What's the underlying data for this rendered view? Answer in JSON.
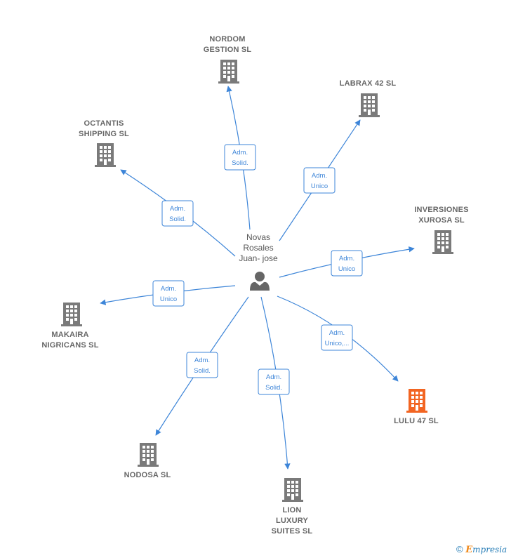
{
  "person": {
    "name_lines": [
      "Novas",
      "Rosales",
      "Juan- jose"
    ],
    "icon": "person-icon"
  },
  "companies": [
    {
      "id": "nordom",
      "lines": [
        "NORDOM",
        "GESTION  SL"
      ],
      "icon": "building-icon",
      "color": "#7a7a7a"
    },
    {
      "id": "labrax",
      "lines": [
        "LABRAX 42 SL"
      ],
      "icon": "building-icon",
      "color": "#7a7a7a"
    },
    {
      "id": "octantis",
      "lines": [
        "OCTANTIS",
        "SHIPPING  SL"
      ],
      "icon": "building-icon",
      "color": "#7a7a7a"
    },
    {
      "id": "inversiones",
      "lines": [
        "INVERSIONES",
        "XUROSA SL"
      ],
      "icon": "building-icon",
      "color": "#7a7a7a"
    },
    {
      "id": "makaira",
      "lines": [
        "MAKAIRA",
        "NIGRICANS  SL"
      ],
      "icon": "building-icon",
      "color": "#7a7a7a"
    },
    {
      "id": "lulu",
      "lines": [
        "LULU 47  SL"
      ],
      "icon": "building-icon",
      "color": "#f26522"
    },
    {
      "id": "nodosa",
      "lines": [
        "NODOSA  SL"
      ],
      "icon": "building-icon",
      "color": "#7a7a7a"
    },
    {
      "id": "lion",
      "lines": [
        "LION",
        "LUXURY",
        "SUITES  SL"
      ],
      "icon": "building-icon",
      "color": "#7a7a7a"
    }
  ],
  "edges": [
    {
      "to": "nordom",
      "label_lines": [
        "Adm.",
        "Solid."
      ]
    },
    {
      "to": "labrax",
      "label_lines": [
        "Adm.",
        "Unico"
      ]
    },
    {
      "to": "octantis",
      "label_lines": [
        "Adm.",
        "Solid."
      ]
    },
    {
      "to": "inversiones",
      "label_lines": [
        "Adm.",
        "Unico"
      ]
    },
    {
      "to": "makaira",
      "label_lines": [
        "Adm.",
        "Unico"
      ]
    },
    {
      "to": "lulu",
      "label_lines": [
        "Adm.",
        "Unico,..."
      ]
    },
    {
      "to": "nodosa",
      "label_lines": [
        "Adm.",
        "Solid."
      ]
    },
    {
      "to": "lion",
      "label_lines": [
        "Adm.",
        "Solid."
      ]
    }
  ],
  "colors": {
    "edge": "#3d85d8",
    "building": "#7a7a7a",
    "highlight": "#f26522",
    "person": "#666666"
  },
  "footer": {
    "copyright_symbol": "©",
    "brand_initial": "E",
    "brand_rest": "mpresia"
  }
}
